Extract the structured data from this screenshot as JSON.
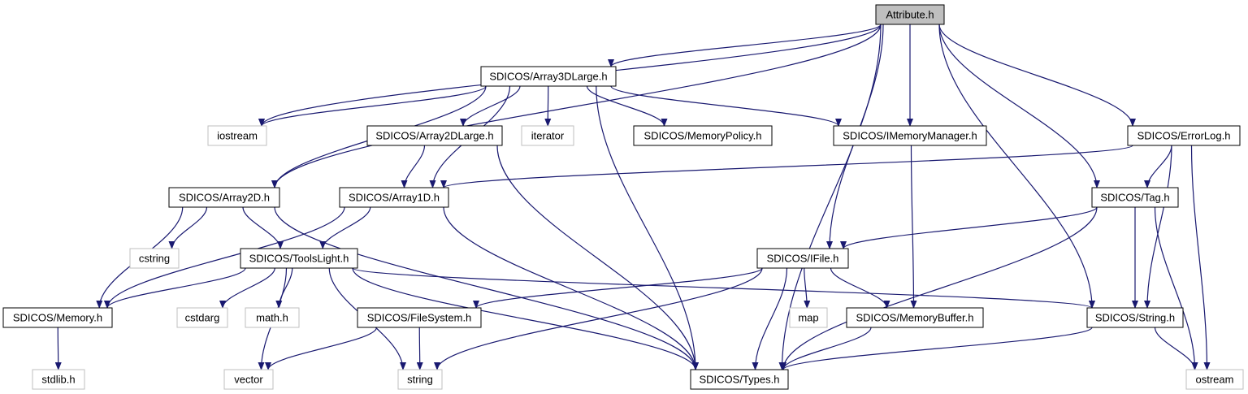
{
  "diagram": {
    "colors": {
      "edge": "#191970",
      "box_border": "#000000",
      "system_border": "#bfbfbf",
      "root_fill": "#bfbfbf",
      "box_fill": "#ffffff"
    },
    "nodes": [
      {
        "id": "attribute",
        "label": "Attribute.h",
        "kind": "root"
      },
      {
        "id": "array3dlarge",
        "label": "SDICOS/Array3DLarge.h",
        "kind": "local"
      },
      {
        "id": "iostream",
        "label": "iostream",
        "kind": "system"
      },
      {
        "id": "array2dlarge",
        "label": "SDICOS/Array2DLarge.h",
        "kind": "local"
      },
      {
        "id": "iterator",
        "label": "iterator",
        "kind": "system"
      },
      {
        "id": "memorypolicy",
        "label": "SDICOS/MemoryPolicy.h",
        "kind": "local"
      },
      {
        "id": "imemorymanager",
        "label": "SDICOS/IMemoryManager.h",
        "kind": "local"
      },
      {
        "id": "errorlog",
        "label": "SDICOS/ErrorLog.h",
        "kind": "local"
      },
      {
        "id": "array2d",
        "label": "SDICOS/Array2D.h",
        "kind": "local"
      },
      {
        "id": "array1d",
        "label": "SDICOS/Array1D.h",
        "kind": "local"
      },
      {
        "id": "tag",
        "label": "SDICOS/Tag.h",
        "kind": "local"
      },
      {
        "id": "cstring",
        "label": "cstring",
        "kind": "system"
      },
      {
        "id": "toolslight",
        "label": "SDICOS/ToolsLight.h",
        "kind": "local"
      },
      {
        "id": "ifile",
        "label": "SDICOS/IFile.h",
        "kind": "local"
      },
      {
        "id": "memory",
        "label": "SDICOS/Memory.h",
        "kind": "local"
      },
      {
        "id": "cstdarg",
        "label": "cstdarg",
        "kind": "system"
      },
      {
        "id": "math",
        "label": "math.h",
        "kind": "system"
      },
      {
        "id": "filesystem",
        "label": "SDICOS/FileSystem.h",
        "kind": "local"
      },
      {
        "id": "map",
        "label": "map",
        "kind": "system"
      },
      {
        "id": "memorybuffer",
        "label": "SDICOS/MemoryBuffer.h",
        "kind": "local"
      },
      {
        "id": "string_h",
        "label": "SDICOS/String.h",
        "kind": "local"
      },
      {
        "id": "stdlib",
        "label": "stdlib.h",
        "kind": "system"
      },
      {
        "id": "vector",
        "label": "vector",
        "kind": "system"
      },
      {
        "id": "string",
        "label": "string",
        "kind": "system"
      },
      {
        "id": "types",
        "label": "SDICOS/Types.h",
        "kind": "local"
      },
      {
        "id": "ostream",
        "label": "ostream",
        "kind": "system"
      }
    ],
    "edges": [
      [
        "attribute",
        "array3dlarge"
      ],
      [
        "attribute",
        "iostream"
      ],
      [
        "attribute",
        "array2d"
      ],
      [
        "attribute",
        "imemorymanager"
      ],
      [
        "attribute",
        "ifile"
      ],
      [
        "attribute",
        "types"
      ],
      [
        "attribute",
        "string_h"
      ],
      [
        "attribute",
        "tag"
      ],
      [
        "attribute",
        "errorlog"
      ],
      [
        "array3dlarge",
        "iostream"
      ],
      [
        "array3dlarge",
        "array2d"
      ],
      [
        "array3dlarge",
        "array1d"
      ],
      [
        "array3dlarge",
        "array2dlarge"
      ],
      [
        "array3dlarge",
        "iterator"
      ],
      [
        "array3dlarge",
        "memorypolicy"
      ],
      [
        "array3dlarge",
        "imemorymanager"
      ],
      [
        "array3dlarge",
        "types"
      ],
      [
        "array2dlarge",
        "array1d"
      ],
      [
        "array2dlarge",
        "types"
      ],
      [
        "imemorymanager",
        "memorybuffer"
      ],
      [
        "errorlog",
        "array1d"
      ],
      [
        "errorlog",
        "tag"
      ],
      [
        "errorlog",
        "string_h"
      ],
      [
        "errorlog",
        "ostream"
      ],
      [
        "array2d",
        "cstring"
      ],
      [
        "array2d",
        "toolslight"
      ],
      [
        "array2d",
        "memory"
      ],
      [
        "array2d",
        "types"
      ],
      [
        "array1d",
        "toolslight"
      ],
      [
        "array1d",
        "memory"
      ],
      [
        "array1d",
        "types"
      ],
      [
        "tag",
        "ifile"
      ],
      [
        "tag",
        "string_h"
      ],
      [
        "tag",
        "types"
      ],
      [
        "tag",
        "ostream"
      ],
      [
        "toolslight",
        "memory"
      ],
      [
        "toolslight",
        "cstdarg"
      ],
      [
        "toolslight",
        "math"
      ],
      [
        "toolslight",
        "vector"
      ],
      [
        "toolslight",
        "string"
      ],
      [
        "toolslight",
        "types"
      ],
      [
        "toolslight",
        "string_h"
      ],
      [
        "ifile",
        "filesystem"
      ],
      [
        "ifile",
        "map"
      ],
      [
        "ifile",
        "memorybuffer"
      ],
      [
        "ifile",
        "string"
      ],
      [
        "ifile",
        "types"
      ],
      [
        "memory",
        "stdlib"
      ],
      [
        "filesystem",
        "vector"
      ],
      [
        "filesystem",
        "string"
      ],
      [
        "memorybuffer",
        "types"
      ],
      [
        "string_h",
        "types"
      ],
      [
        "string_h",
        "ostream"
      ]
    ]
  }
}
